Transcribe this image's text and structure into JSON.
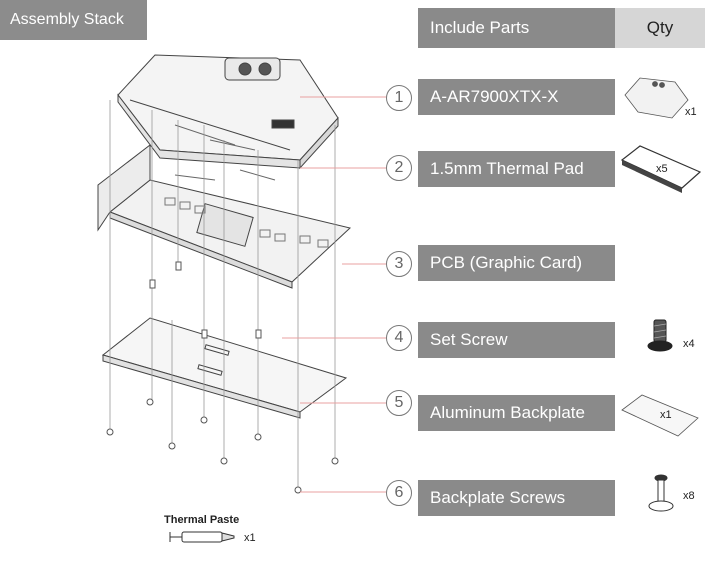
{
  "section_title": "Assembly Stack",
  "table_header": {
    "parts": "Include Parts",
    "qty": "Qty"
  },
  "parts": [
    {
      "num": "1",
      "label": "A-AR7900XTX-X",
      "qty": "x1",
      "icon": "waterblock-icon"
    },
    {
      "num": "2",
      "label": "1.5mm Thermal Pad",
      "qty": "x5",
      "icon": "thermal-pad-icon"
    },
    {
      "num": "3",
      "label": "PCB (Graphic Card)",
      "qty": "",
      "icon": ""
    },
    {
      "num": "4",
      "label": "Set Screw",
      "qty": "x4",
      "icon": "set-screw-icon"
    },
    {
      "num": "5",
      "label": "Aluminum Backplate",
      "qty": "x1",
      "icon": "backplate-icon"
    },
    {
      "num": "6",
      "label": "Backplate Screws",
      "qty": "x8",
      "icon": "backplate-screw-icon"
    }
  ],
  "accessory": {
    "label": "Thermal Paste",
    "qty": "x1",
    "icon": "syringe-icon"
  },
  "colors": {
    "label_bg": "#8a8a8a",
    "qty_header_bg": "#d6d6d6",
    "accent_line": "#e8a0a0"
  }
}
